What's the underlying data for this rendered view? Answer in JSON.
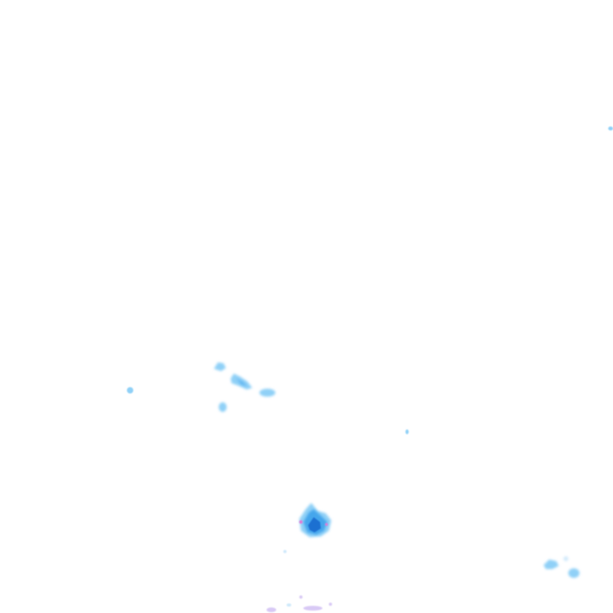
{
  "map": {
    "layer": "precipitation-radar",
    "background_color": "#ffffff",
    "intensity_colors": {
      "very_light": "#cfe9fb",
      "light": "#8fd0f7",
      "moderate": "#45a6ec",
      "heavy": "#1f6fd1",
      "mixed": "#d8c9f5",
      "mixed_core": "#e07ad6"
    },
    "echoes": [
      {
        "id": "cell-main",
        "intensity": "heavy"
      },
      {
        "id": "cell-west-1",
        "intensity": "light"
      },
      {
        "id": "cell-west-2",
        "intensity": "light"
      },
      {
        "id": "cell-west-3",
        "intensity": "light"
      },
      {
        "id": "cell-west-4",
        "intensity": "light"
      },
      {
        "id": "cell-west-5",
        "intensity": "very_light"
      },
      {
        "id": "cell-southeast",
        "intensity": "light"
      },
      {
        "id": "cell-south-mixed",
        "intensity": "mixed"
      }
    ]
  }
}
